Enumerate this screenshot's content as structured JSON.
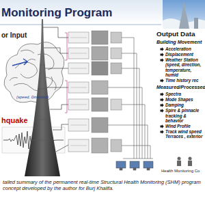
{
  "diagram": {
    "title": "Monitoring Program",
    "caption": "tailed summary of the permanent real-time Structural Health Monitoring (SHM) program concept developed by the author for Burj Khalifa.",
    "labels": [
      "or Input",
      "(speed, Direction)",
      "hquake",
      "Output Data",
      "Building Movement",
      "Acceleration",
      "Displacement",
      "Weather Station (speed, direction, temperature, humid",
      "Time history rec",
      "Measured/Processed",
      "Spectra",
      "Mode Shapes",
      "Damping",
      "Spire & pinnacle tracking & behavior",
      "Wind Profile",
      "Track wind speed Terraces , exterior",
      "Health Monitoring Co"
    ]
  }
}
